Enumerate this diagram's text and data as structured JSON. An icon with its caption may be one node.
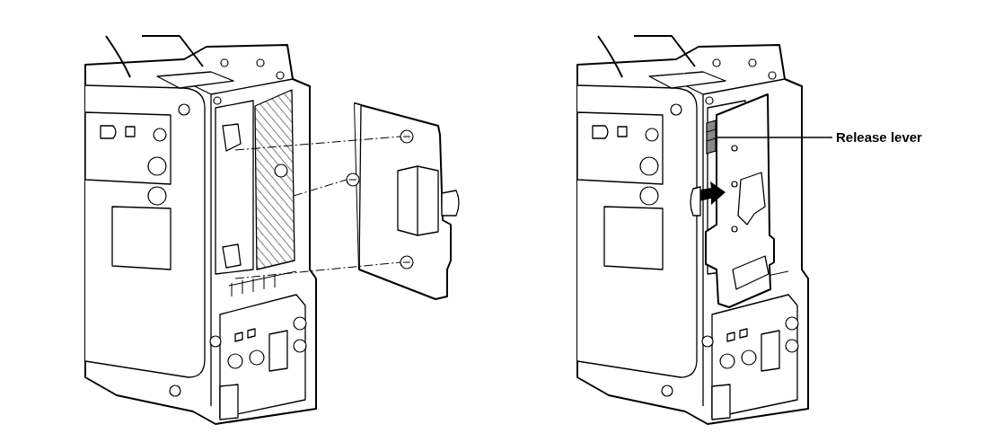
{
  "diagram": {
    "nodes": [
      {
        "text": [
          "Release lever"
        ]
      },
      {
        "text": [],
        "shape": "picture"
      }
    ],
    "edges": [
      {
        "from": 0,
        "to": 1,
        "arrow": "none"
      }
    ]
  }
}
